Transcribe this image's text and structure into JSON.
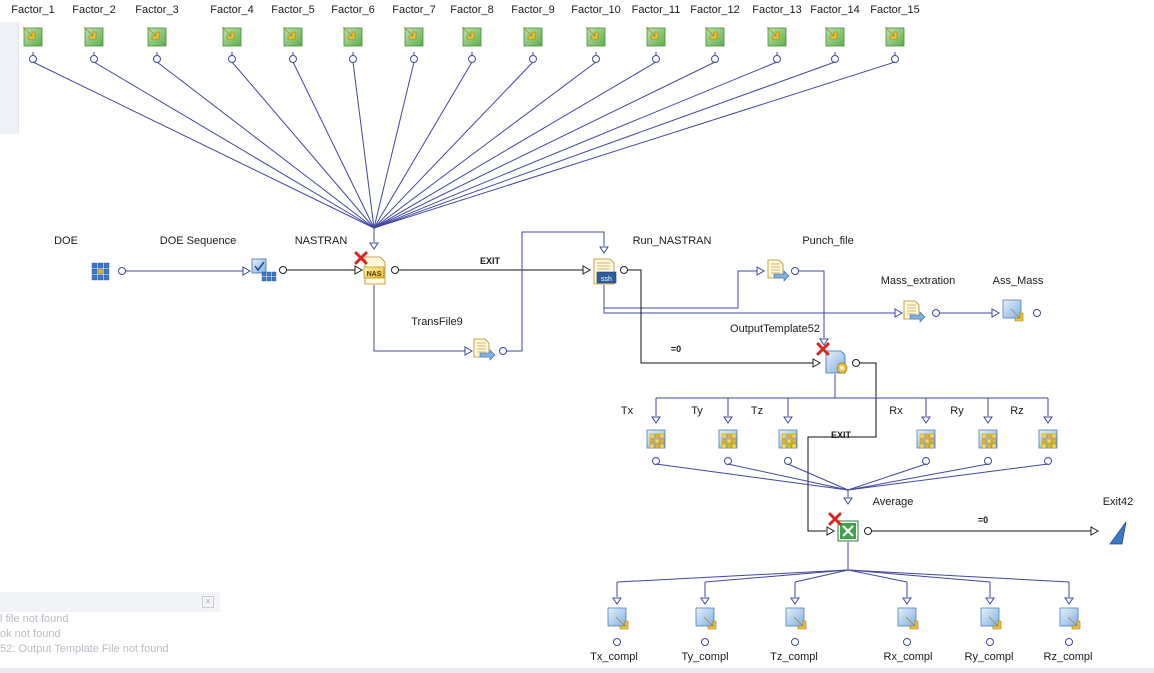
{
  "factors": [
    "Factor_1",
    "Factor_2",
    "Factor_3",
    "Factor_4",
    "Factor_5",
    "Factor_6",
    "Factor_7",
    "Factor_8",
    "Factor_9",
    "Factor_10",
    "Factor_11",
    "Factor_12",
    "Factor_13",
    "Factor_14",
    "Factor_15"
  ],
  "nodes": {
    "doe": "DOE",
    "doe_sequence": "DOE Sequence",
    "nastran": "NASTRAN",
    "nastran_badge": "NAS",
    "transfile": "TransFile9",
    "run_nastran": "Run_NASTRAN",
    "run_badge": "ssh",
    "punch_file": "Punch_file",
    "mass_extraction": "Mass_extration",
    "ass_mass": "Ass_Mass",
    "output_template": "OutputTemplate52",
    "average": "Average",
    "exit": "Exit42"
  },
  "edge_labels": {
    "exit1": "EXIT",
    "exit2": "EXIT",
    "eq0_1": "=0",
    "eq0_2": "=0"
  },
  "outputs": [
    "Tx",
    "Ty",
    "Tz",
    "Rx",
    "Ry",
    "Rz"
  ],
  "completions": [
    "Tx_compl",
    "Ty_compl",
    "Tz_compl",
    "Rx_compl",
    "Ry_compl",
    "Rz_compl"
  ],
  "log": {
    "lines": [
      "l file not found",
      "ok not found",
      "52: Output Template File not found"
    ]
  },
  "colors": {
    "wire": "#3f47a0",
    "error": "#d9251c",
    "node_green": "#7cc46a",
    "node_blue": "#9cc3ea"
  }
}
